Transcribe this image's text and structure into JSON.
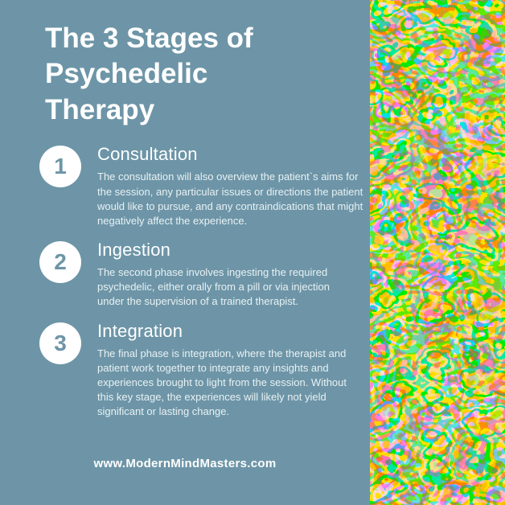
{
  "colors": {
    "background": "#6d95a7",
    "title_text": "#ffffff",
    "heading_text": "#ffffff",
    "body_text": "#e9f1f4",
    "footer_text": "#ffffff",
    "circle_bg": "#ffffff",
    "circle_number": "#6d95a7",
    "art_dominant_1": "#e2702e",
    "art_dominant_2": "#8bbf4e",
    "art_dominant_3": "#3fae9e",
    "art_dominant_4": "#c43a52",
    "art_dominant_5": "#7a3fa0"
  },
  "title": "The 3 Stages of Psychedelic Therapy",
  "title_lines": [
    "The 3 Stages of",
    "Psychedelic",
    "Therapy"
  ],
  "stages": [
    {
      "number": "1",
      "heading": "Consultation",
      "description": "The consultation will also overview the patient`s aims for the session, any particular issues or directions the patient would like to pursue, and any contraindications that might negatively affect the experience."
    },
    {
      "number": "2",
      "heading": "Ingestion",
      "description": "The second phase involves ingesting the required psychedelic, either orally from a pill or via injection under the supervision of a trained therapist."
    },
    {
      "number": "3",
      "heading": "Integration",
      "description": "The final phase is integration, where the therapist and patient work together to integrate any insights and experiences brought to light from the session. Without this key stage, the experiences will likely not yield significant or lasting change."
    }
  ],
  "footer": {
    "url": "www.ModernMindMasters.com"
  },
  "art": {
    "description": "psychedelic-marble-pattern"
  }
}
